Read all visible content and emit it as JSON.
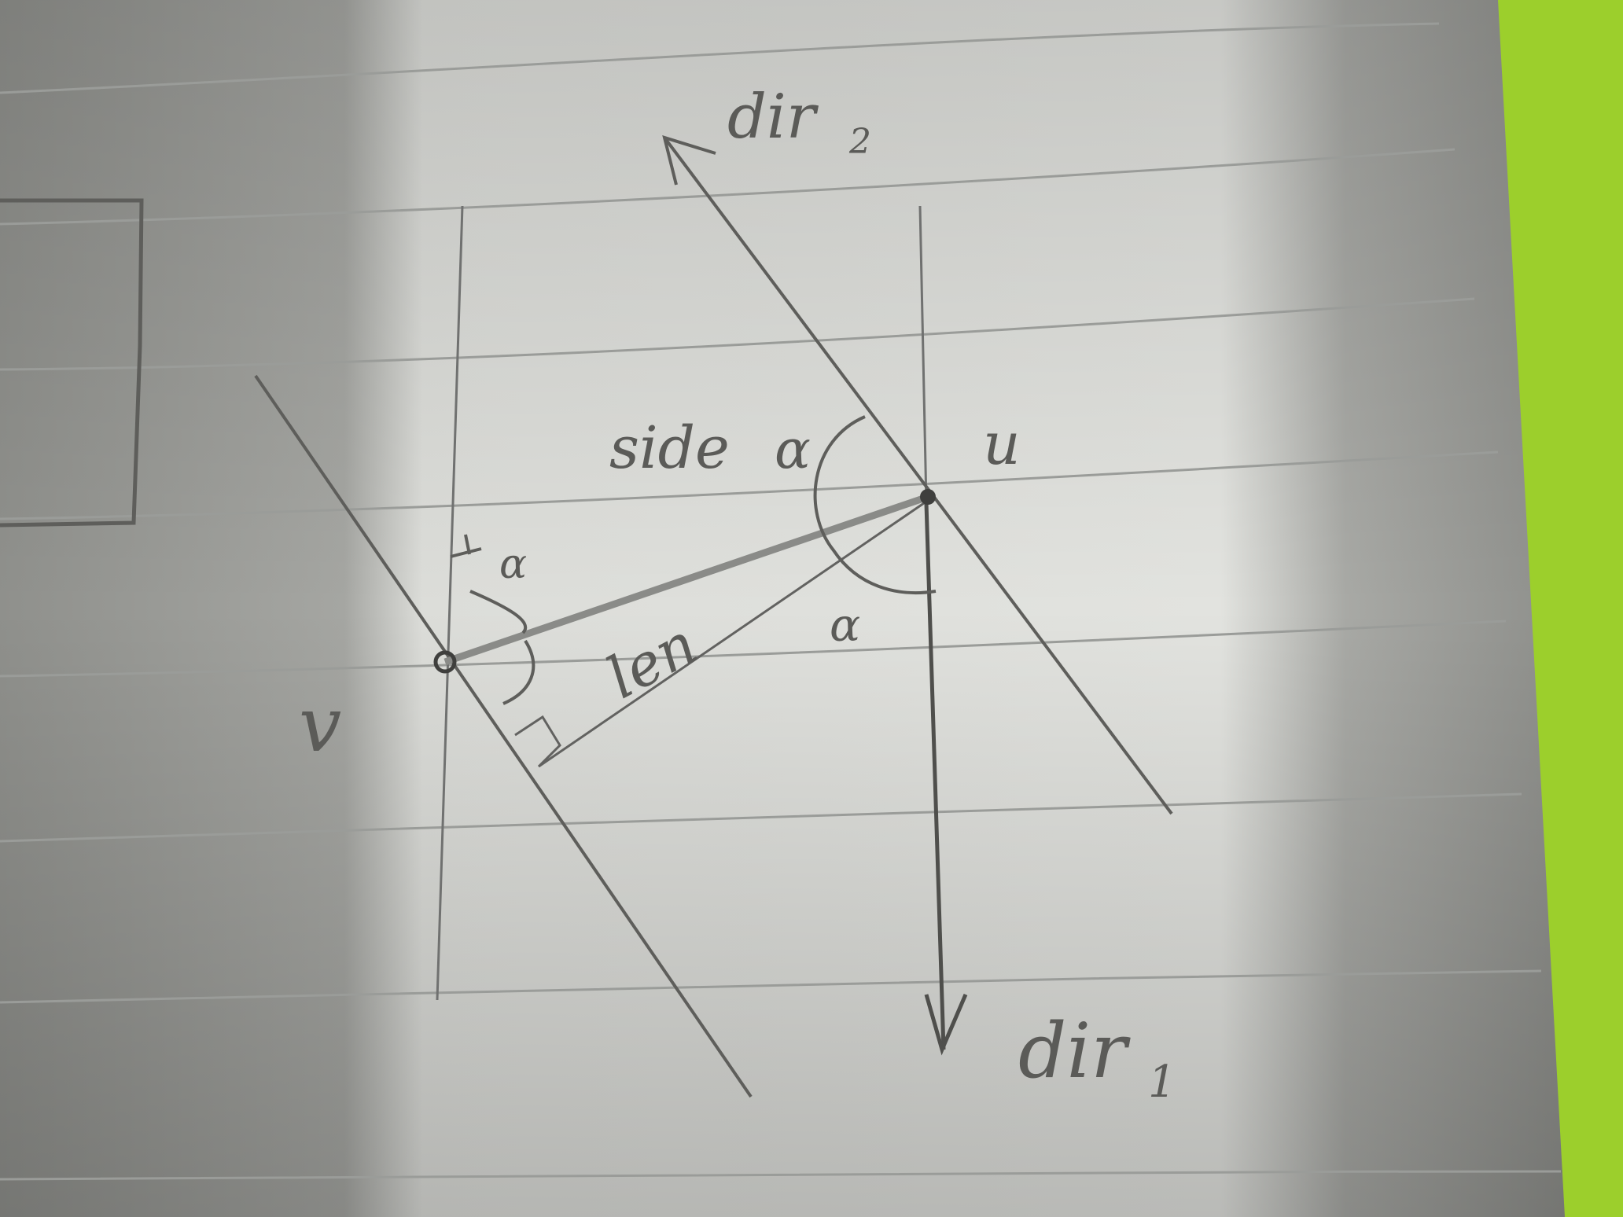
{
  "photo": {
    "description_role": "notebook-sketch-photo",
    "colors": {
      "paper": "#d9dad6",
      "paper_shadow": "#a9aaa6",
      "pencil": "#5e5e5b",
      "ruling": "#9a9c99",
      "table_edge": "#9ccf2c"
    }
  },
  "labels": {
    "dir_top": "dir",
    "dir_top_sub": "2",
    "dir_bottom": "dir",
    "dir_bottom_sub": "1",
    "side": "side",
    "side_alpha": "α",
    "point_u": "u",
    "point_v": "v",
    "perp_alpha": "α",
    "len": "len",
    "alpha_bottom": "α"
  }
}
